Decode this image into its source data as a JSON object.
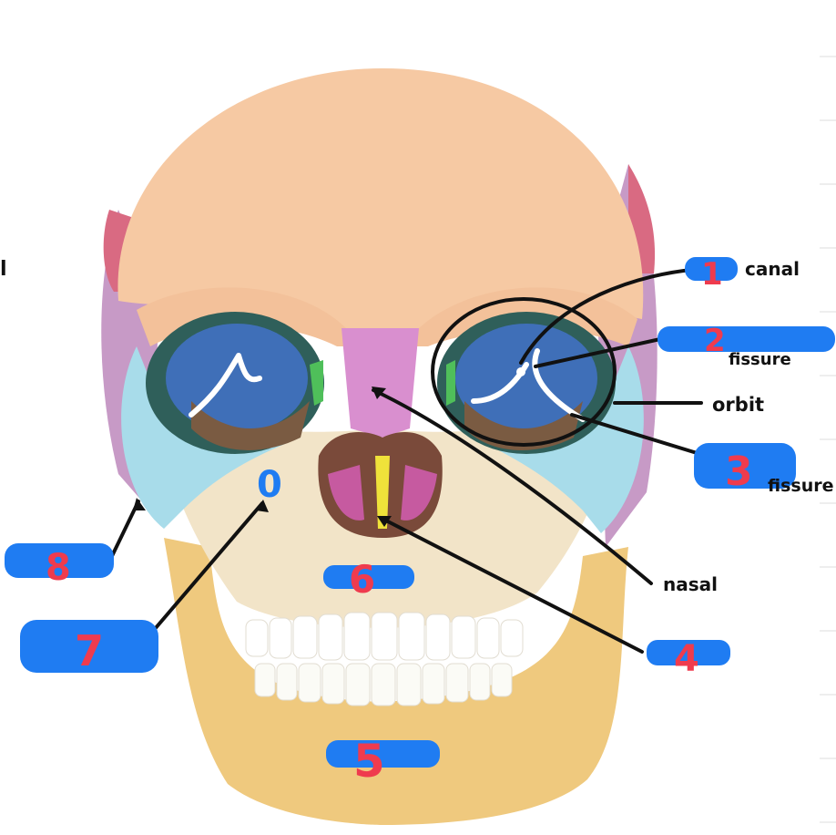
{
  "labels": {
    "canal": "canal",
    "fissure_upper": "fissure",
    "orbit": "orbit",
    "fissure_lower": "fissure",
    "nasal": "nasal",
    "left_cut": "l"
  },
  "numbers": {
    "n1": "1",
    "n2": "2",
    "n3": "3",
    "n4": "4",
    "n5": "5",
    "n6": "6",
    "n7": "7",
    "n8": "8",
    "n0": "0"
  },
  "colors": {
    "cranium": "#f6c9a3",
    "maxilla": "#f2e4c8",
    "mandible": "#efc97e",
    "zygomatic": "#a8dcea",
    "nasal_bone": "#d98fcf",
    "sphenoid": "#3f6fb8",
    "parietal_side": "#c79ac6",
    "temporal_side": "#d96a82",
    "vomer": "#efe23a",
    "redaction_blue": "#1f7cf2",
    "number_red": "#ef3b4e",
    "ink": "#111111"
  }
}
